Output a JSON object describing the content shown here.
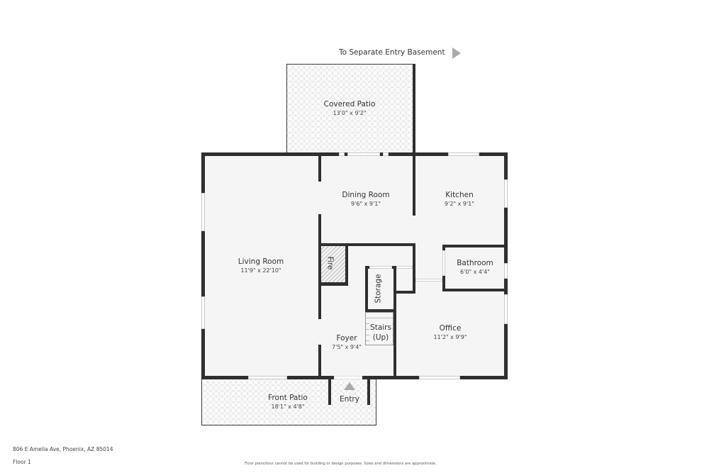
{
  "annotation": {
    "basement_note": "To Separate Entry Basement",
    "arrow_icon": "triangle-right"
  },
  "rooms": {
    "covered_patio": {
      "name": "Covered Patio",
      "dims": "13'0\" x 9'2\""
    },
    "living_room": {
      "name": "Living Room",
      "dims": "11'9\" x 22'10\""
    },
    "dining_room": {
      "name": "Dining Room",
      "dims": "9'6\" x 9'1\""
    },
    "kitchen": {
      "name": "Kitchen",
      "dims": "9'2\" x 9'1\""
    },
    "bathroom": {
      "name": "Bathroom",
      "dims": "6'0\" x 4'4\""
    },
    "foyer": {
      "name": "Foyer",
      "dims": "7'5\" x 9'4\""
    },
    "office": {
      "name": "Office",
      "dims": "11'2\" x 9'9\""
    },
    "front_patio": {
      "name": "Front Patio",
      "dims": "18'1\" x 4'8\""
    },
    "fire": {
      "name": "Fire"
    },
    "storage": {
      "name": "Storage"
    },
    "stairs": {
      "name": "Stairs",
      "direction": "(Up)"
    },
    "entry": {
      "name": "Entry",
      "icon": "triangle-up"
    }
  },
  "footer": {
    "address": "806 E Amelia Ave, Phoenix, AZ 85014",
    "floor": "Floor 1",
    "disclaimer": "Floor plans/tour cannot be used for building or design purposes. Sizes and dimensions are approximate."
  },
  "colors": {
    "wall": "#2f2f2f",
    "floor": "#f5f5f5",
    "arrow": "#aaaaaa",
    "text": "#333333"
  }
}
